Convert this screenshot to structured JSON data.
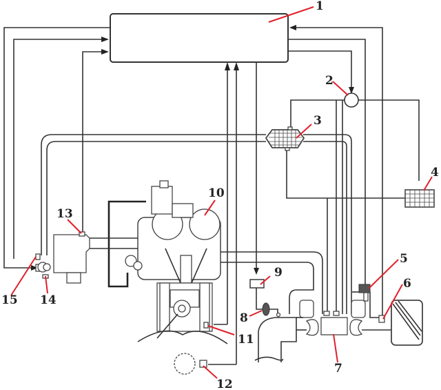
{
  "diagram": {
    "type": "engine-turbocharger-control-schematic",
    "colors": {
      "line": "#333333",
      "leader": "#e0202a",
      "background": "#ffffff"
    },
    "labels": [
      {
        "id": "1",
        "text": "1",
        "part": "control-unit"
      },
      {
        "id": "2",
        "text": "2",
        "part": "valve"
      },
      {
        "id": "3",
        "text": "3",
        "part": "intercooler"
      },
      {
        "id": "4",
        "text": "4",
        "part": "grid-component"
      },
      {
        "id": "5",
        "text": "5",
        "part": "actuator"
      },
      {
        "id": "6",
        "text": "6",
        "part": "sensor"
      },
      {
        "id": "7",
        "text": "7",
        "part": "turbocharger"
      },
      {
        "id": "8",
        "text": "8",
        "part": "valve"
      },
      {
        "id": "9",
        "text": "9",
        "part": "solenoid"
      },
      {
        "id": "10",
        "text": "10",
        "part": "engine"
      },
      {
        "id": "11",
        "text": "11",
        "part": "sensor"
      },
      {
        "id": "12",
        "text": "12",
        "part": "speed-sensor"
      },
      {
        "id": "13",
        "text": "13",
        "part": "sensor"
      },
      {
        "id": "14",
        "text": "14",
        "part": "throttle"
      },
      {
        "id": "15",
        "text": "15",
        "part": "sensor"
      }
    ]
  }
}
